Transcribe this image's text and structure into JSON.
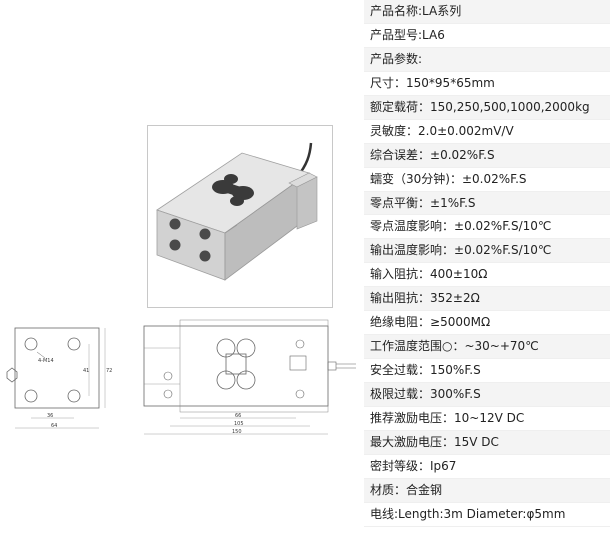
{
  "product": {
    "specs": [
      {
        "label": "产品名称:",
        "value": "LA系列"
      },
      {
        "label": "产品型号:",
        "value": "LA6"
      },
      {
        "label": "产品参数:",
        "value": ""
      },
      {
        "label": "尺寸：",
        "value": "150*95*65mm"
      },
      {
        "label": "额定载荷：",
        "value": "150,250,500,1000,2000kg"
      },
      {
        "label": "灵敏度：",
        "value": "2.0±0.002mV/V"
      },
      {
        "label": "综合误差：",
        "value": "±0.02%F.S"
      },
      {
        "label": "蠕变（30分钟)：",
        "value": "±0.02%F.S"
      },
      {
        "label": "零点平衡：",
        "value": "±1%F.S"
      },
      {
        "label": "零点温度影响：",
        "value": "±0.02%F.S/10℃"
      },
      {
        "label": "输出温度影响：",
        "value": "±0.02%F.S/10℃"
      },
      {
        "label": "输入阻抗：",
        "value": "400±10Ω"
      },
      {
        "label": "输出阻抗：",
        "value": "352±2Ω"
      },
      {
        "label": "绝缘电阻：",
        "value": "≥5000MΩ"
      },
      {
        "label": "工作温度范围○：",
        "value": "~30~+70℃"
      },
      {
        "label": "安全过载：",
        "value": "150%F.S"
      },
      {
        "label": "极限过载：",
        "value": "300%F.S"
      },
      {
        "label": "推荐激励电压：",
        "value": "10~12V DC"
      },
      {
        "label": "最大激励电压：",
        "value": "15V DC"
      },
      {
        "label": "密封等级：",
        "value": "Ip67"
      },
      {
        "label": "材质：",
        "value": "合金钢"
      },
      {
        "label": "电线:",
        "value": "Length:3m Diameter:φ5mm"
      }
    ]
  },
  "drawing": {
    "thread_label": "4-M14",
    "side_dims": [
      "41",
      "72",
      "36",
      "64"
    ],
    "top_dims": [
      "66",
      "105",
      "150"
    ]
  },
  "colors": {
    "row_shade": "#f4f4f4",
    "line": "#666666",
    "aluminum": "#d8d8d8"
  }
}
